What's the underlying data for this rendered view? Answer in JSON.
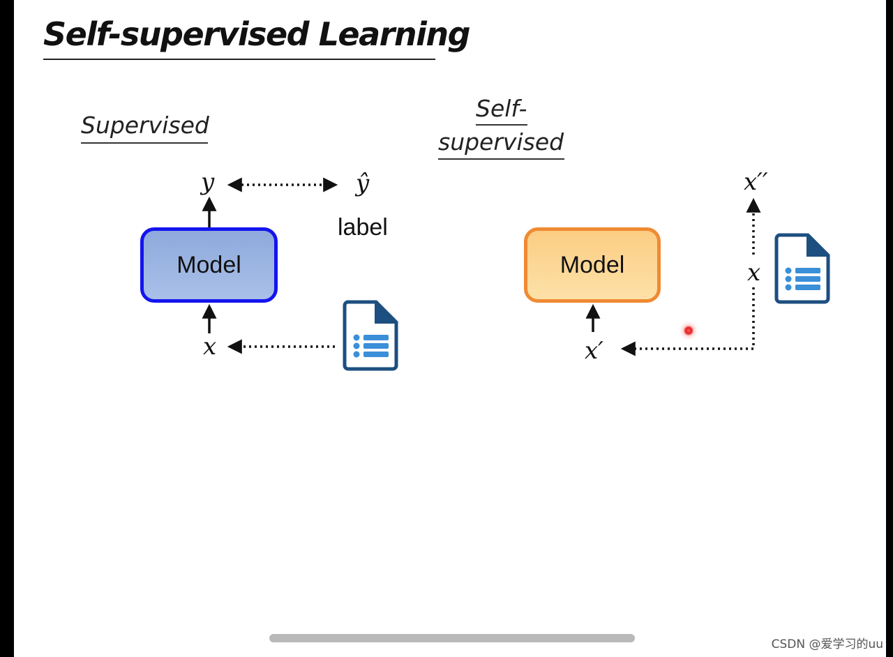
{
  "slide": {
    "title": "Self-supervised Learning"
  },
  "supervised": {
    "heading": "Supervised",
    "model_label": "Model",
    "output_var": "y",
    "target_var": "ŷ",
    "target_caption": "label",
    "input_var": "x",
    "model_color": "#1414f0"
  },
  "self_supervised": {
    "heading_line1": "Self-",
    "heading_line2": "supervised",
    "model_label": "Model",
    "input_var": "x′",
    "source_var": "x",
    "target_var": "x′′",
    "model_color": "#ef8a33"
  },
  "icons": {
    "document": "document-list-icon",
    "pointer": "laser-pointer-dot"
  },
  "watermark": "CSDN @爱学习的uu"
}
